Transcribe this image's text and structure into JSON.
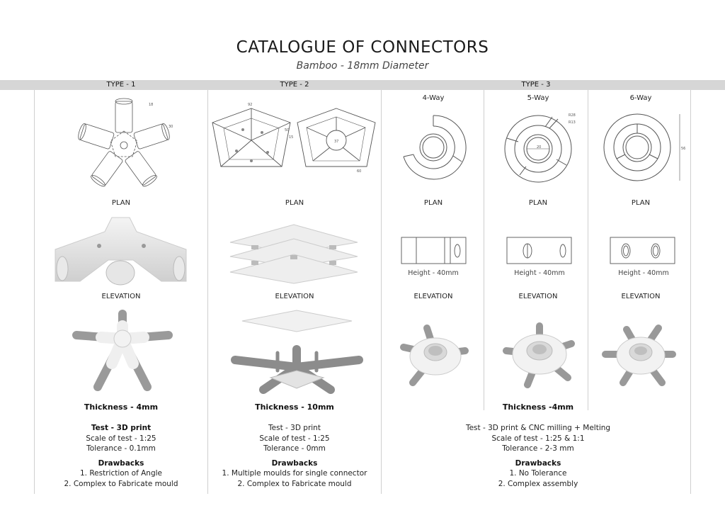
{
  "header": {
    "title": "CATALOGUE OF CONNECTORS",
    "subtitle": "Bamboo - 18mm Diameter"
  },
  "types": {
    "type1": "TYPE - 1",
    "type2": "TYPE - 2",
    "type3": "TYPE - 3"
  },
  "subtypes": {
    "way4": "4-Way",
    "way5": "5-Way",
    "way6": "6-Way"
  },
  "row_labels": {
    "plan": "PLAN",
    "elevation": "ELEVATION"
  },
  "heights": {
    "way4": "Height - 40mm",
    "way5": "Height - 40mm",
    "way6": "Height - 40mm"
  },
  "dimensions": {
    "t2_a": "92",
    "t2_b": "50",
    "t2_c": "15",
    "t2_d": "37",
    "t2_e": "60",
    "w5_r28": "R28",
    "w5_r13": "R13",
    "w5_d": "20",
    "w6_d": "56",
    "t1_a": "18",
    "t1_b": "30"
  },
  "col1": {
    "thickness": "Thickness - 4mm",
    "test": "Test - 3D print",
    "scale": "Scale of test - 1:25",
    "tolerance": "Tolerance - 0.1mm",
    "drawbacks": "Drawbacks",
    "d1": "1. Restriction of Angle",
    "d2": "2. Complex to Fabricate mould"
  },
  "col2": {
    "thickness": "Thickness - 10mm",
    "test": "Test - 3D print",
    "scale": "Scale of test - 1:25",
    "tolerance": "Tolerance - 0mm",
    "drawbacks": "Drawbacks",
    "d1": "1. Multiple moulds for single connector",
    "d2": "2. Complex to Fabricate mould"
  },
  "col3": {
    "thickness": "Thickness -4mm",
    "test": "Test - 3D print & CNC milling + Melting",
    "scale": "Scale of test - 1:25 & 1:1",
    "tolerance": "Tolerance - 2-3 mm",
    "drawbacks": "Drawbacks",
    "d1": "1. No Tolerance",
    "d2": "2. Complex assembly"
  }
}
